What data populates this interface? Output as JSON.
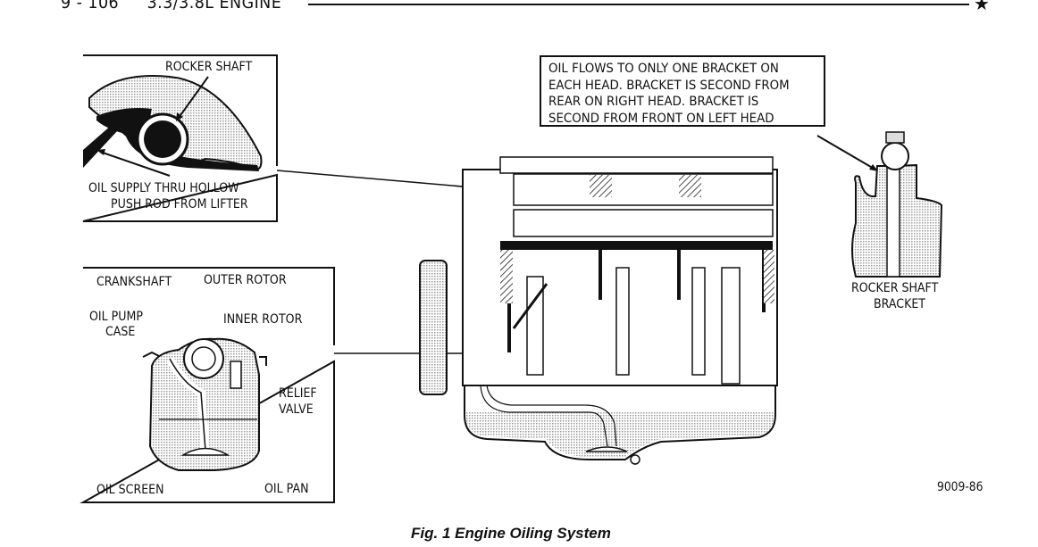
{
  "header": {
    "page_number": "9 - 106",
    "section_title": "3.3/3.8L ENGINE",
    "marker_icon": "star-icon"
  },
  "callouts": {
    "rocker_detail": {
      "rocker_shaft": "ROCKER SHAFT",
      "oil_supply_line1": "OIL SUPPLY THRU HOLLOW",
      "oil_supply_line2": "PUSH ROD FROM LIFTER"
    },
    "oil_pump_detail": {
      "crankshaft": "CRANKSHAFT",
      "outer_rotor": "OUTER ROTOR",
      "oil_pump_case_line1": "OIL PUMP",
      "oil_pump_case_line2": "CASE",
      "inner_rotor": "INNER ROTOR",
      "relief_valve_line1": "RELIEF",
      "relief_valve_line2": "VALVE",
      "oil_screen": "OIL SCREEN",
      "oil_pan": "OIL PAN"
    },
    "note": {
      "lines": [
        "OIL FLOWS TO ONLY ONE BRACKET ON",
        "EACH HEAD. BRACKET IS SECOND FROM",
        "REAR ON RIGHT HEAD. BRACKET IS",
        "SECOND FROM FRONT ON LEFT HEAD"
      ]
    },
    "bracket_detail": {
      "label_line1": "ROCKER SHAFT",
      "label_line2": "BRACKET"
    }
  },
  "figure": {
    "figure_id": "9009-86",
    "caption": "Fig. 1 Engine Oiling System"
  },
  "colors": {
    "ink": "#111111",
    "paper": "#ffffff",
    "stipple": "#b8b8b8"
  }
}
